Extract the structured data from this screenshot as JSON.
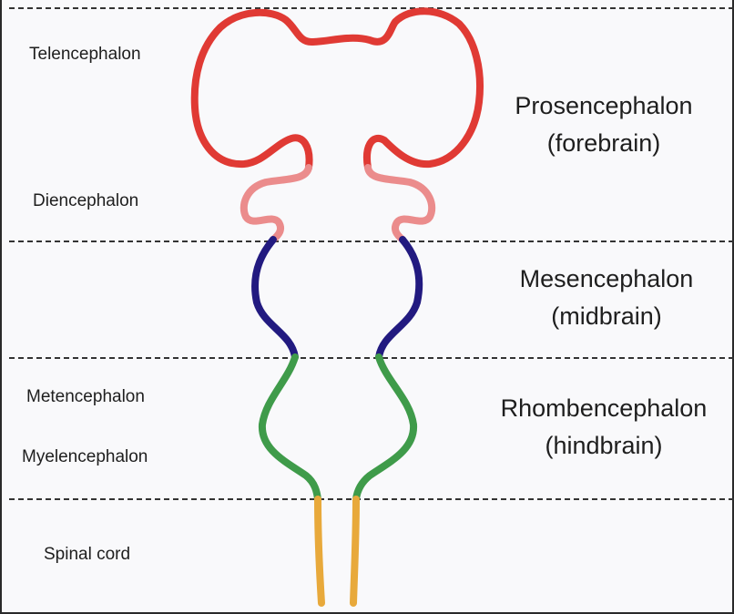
{
  "labels_left": {
    "telencephalon": "Telencephalon",
    "diencephalon": "Diencephalon",
    "metencephalon": "Metencephalon",
    "myelencephalon": "Myelencephalon",
    "spinal_cord": "Spinal cord"
  },
  "labels_right": {
    "prosencephalon": "Prosencephalon",
    "prosencephalon_sub": "(forebrain)",
    "mesencephalon": "Mesencephalon",
    "mesencephalon_sub": "(midbrain)",
    "rhombencephalon": "Rhombencephalon",
    "rhombencephalon_sub": "(hindbrain)"
  },
  "colors": {
    "telencephalon": "#e03a34",
    "diencephalon": "#eb8c8c",
    "mesencephalon": "#221a80",
    "rhombencephalon": "#3f9b4a",
    "spinal_cord": "#e8a93b",
    "divider": "#333333"
  }
}
